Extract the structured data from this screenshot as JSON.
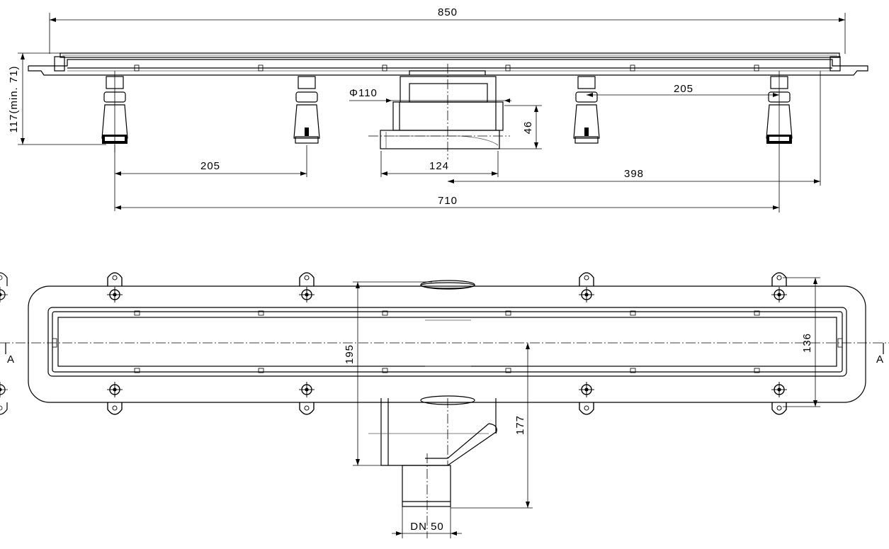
{
  "title": "Linear shower drain technical drawing",
  "side_view": {
    "dim_total_length": "850",
    "dim_height": "117(min. 71)",
    "dim_outlet_diameter": "Φ110",
    "dim_outlet_height": "46",
    "dim_outlet_width": "124",
    "dim_foot_spacing_left": "205",
    "dim_foot_spacing_right": "205",
    "dim_outlet_offset": "398",
    "dim_feet_span": "710"
  },
  "top_view": {
    "dim_outlet_depth": "195",
    "dim_channel_width": "136",
    "dim_outlet_projection": "177",
    "dim_pipe": "DN 50",
    "section_label_left": "A",
    "section_label_right": "A"
  }
}
